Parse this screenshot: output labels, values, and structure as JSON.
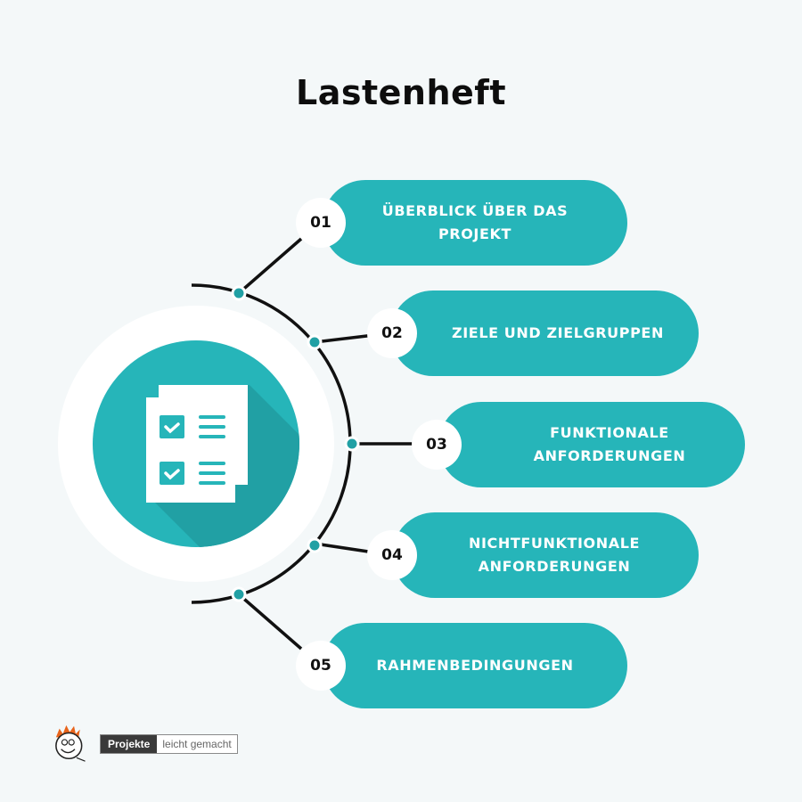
{
  "title": "Lastenheft",
  "colors": {
    "background": "#f4f8f9",
    "teal": "#26b5b9",
    "teal_dark": "#21a0a4",
    "line": "#111111",
    "white": "#ffffff"
  },
  "icon": "checklist-document-icon",
  "items": [
    {
      "number": "01",
      "line1": "ÜBERBLICK ÜBER DAS",
      "line2": "PROJEKT"
    },
    {
      "number": "02",
      "line1": "ZIELE UND ZIELGRUPPEN",
      "line2": ""
    },
    {
      "number": "03",
      "line1": "FUNKTIONALE",
      "line2": "ANFORDERUNGEN"
    },
    {
      "number": "04",
      "line1": "NICHTFUNKTIONALE",
      "line2": "ANFORDERUNGEN"
    },
    {
      "number": "05",
      "line1": "RAHMENBEDINGUNGEN",
      "line2": ""
    }
  ],
  "logo": {
    "dark_text": "Projekte",
    "light_text": "leicht gemacht"
  }
}
